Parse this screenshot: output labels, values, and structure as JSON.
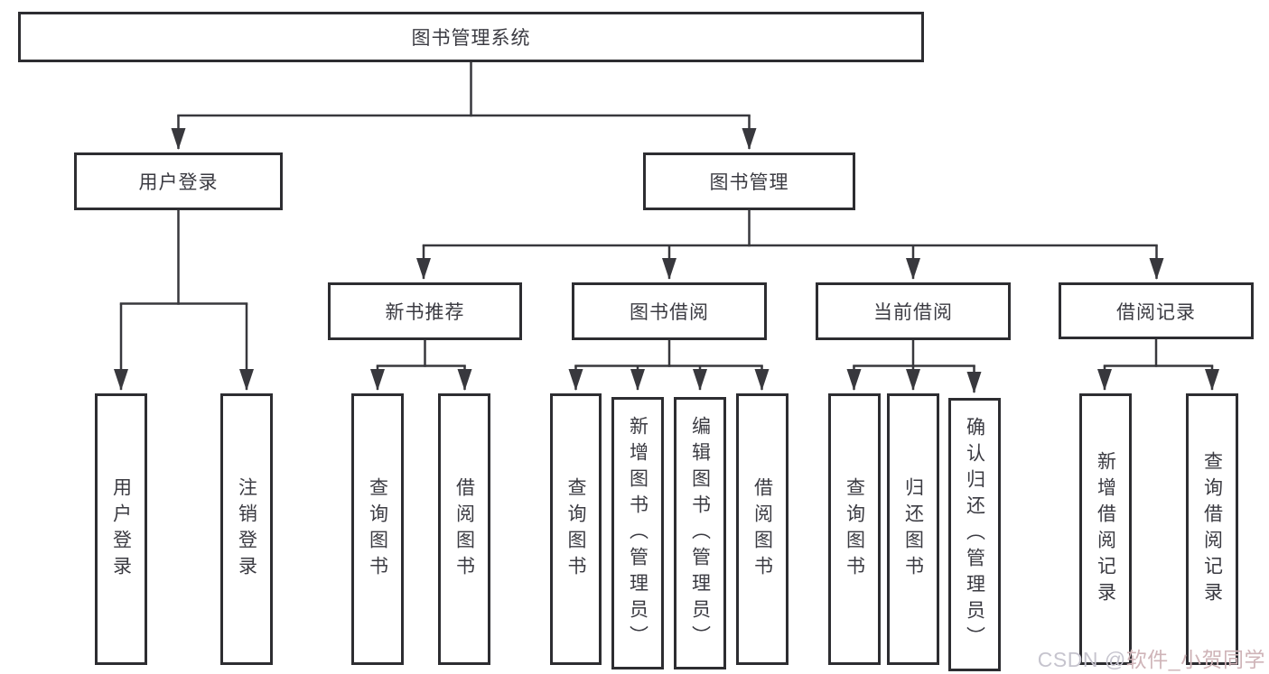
{
  "diagram_title": "图书管理系统",
  "nodes": {
    "root": "图书管理系统",
    "user_login": "用户登录",
    "book_mgmt": "图书管理",
    "new_book_rec": "新书推荐",
    "book_borrow": "图书借阅",
    "current_borrow": "当前借阅",
    "borrow_record": "借阅记录",
    "leaf_user_login": "用户登录",
    "leaf_logout": "注销登录",
    "leaf_query_book_1": "查询图书",
    "leaf_borrow_book_1": "借阅图书",
    "leaf_query_book_2": "查询图书",
    "leaf_add_book_admin": "新增图书（管理员）",
    "leaf_edit_book_admin": "编辑图书（管理员）",
    "leaf_borrow_book_2": "借阅图书",
    "leaf_query_book_3": "查询图书",
    "leaf_return_book": "归还图书",
    "leaf_confirm_return_admin": "确认归还（管理员）",
    "leaf_add_borrow_record": "新增借阅记录",
    "leaf_query_borrow_record": "查询借阅记录"
  },
  "watermark": {
    "part1": "CSDN @",
    "part2": "软件_小贺同学"
  },
  "colors": {
    "line": "#38383d",
    "box_border": "#2d2d31",
    "text": "#3b3b42",
    "background": "#ffffff",
    "watermark_gray": "#c6c4ce",
    "watermark_pink": "#cfb4b8"
  }
}
